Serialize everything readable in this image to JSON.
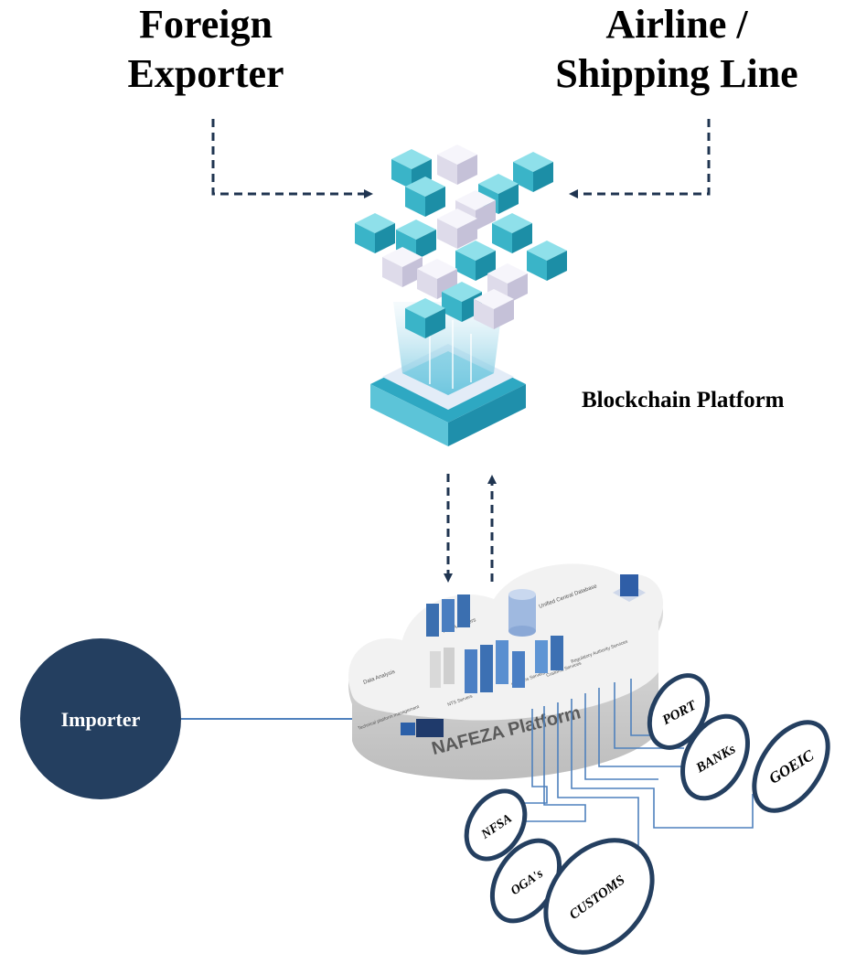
{
  "nodes": {
    "foreign_exporter": {
      "line1": "Foreign",
      "line2": "Exporter"
    },
    "airline": {
      "line1": "Airline /",
      "line2": "Shipping Line"
    },
    "blockchain": {
      "label": "Blockchain Platform"
    },
    "nafeza": {
      "title": "NAFEZA Platform",
      "labels": [
        "NTSA Servers",
        "Unified Central Database",
        "Data Analysis",
        "Technical platform management",
        "NTS Servers",
        "Customs Servers",
        "Regulatory Authority Services",
        "Customs Services"
      ]
    },
    "importer": {
      "label": "Importer"
    },
    "stakeholders": [
      "PORT",
      "BANKs",
      "GOEIC",
      "NFSA",
      "OGA's",
      "CUSTOMS"
    ]
  },
  "colors": {
    "navy": "#243f60",
    "connector": "#4f81bd",
    "arrow": "#1f3450",
    "cube_teal": "#3ab4c8",
    "cube_white": "#e8e6f2"
  }
}
